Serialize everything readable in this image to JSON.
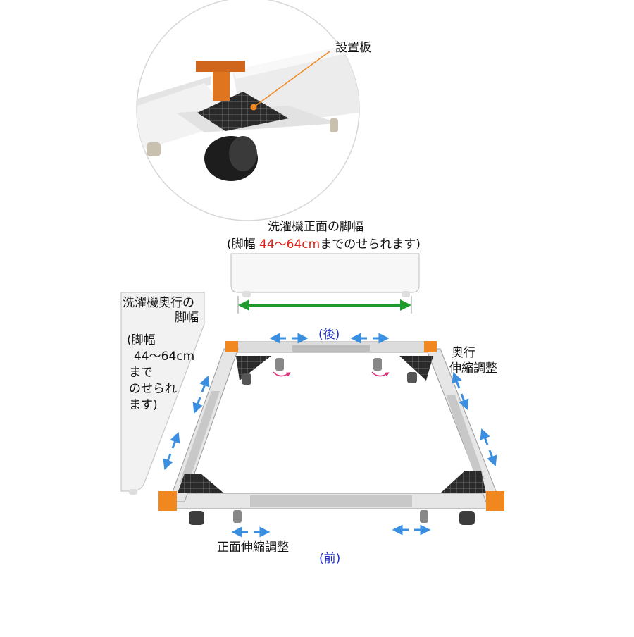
{
  "callout": {
    "label": "設置板"
  },
  "front_width": {
    "title": "洗濯機正面の脚幅",
    "range_open": "(脚幅 ",
    "range_value": "44〜64cm",
    "range_close": "までのせられます)"
  },
  "back_width": {
    "title_line1": "洗濯機奥行の",
    "title_line2": "脚幅",
    "range_open": "(脚幅",
    "range_value": "44〜64cm",
    "range_line3": "まで",
    "range_line4": "のせられ",
    "range_line5": "ます)"
  },
  "labels": {
    "rear": "(後)",
    "front": "(前)",
    "depth_adjust_line1": "奥行",
    "depth_adjust_line2": "伸縮調整",
    "front_adjust": "正面伸縮調整"
  },
  "colors": {
    "orange_accent": "#f0881f",
    "red_text": "#e0201a",
    "blue_text": "#1f2fc9",
    "arrow_blue": "#3a8fe0",
    "green_arrow": "#1e9a2c",
    "pink_arrow": "#e0307a"
  }
}
